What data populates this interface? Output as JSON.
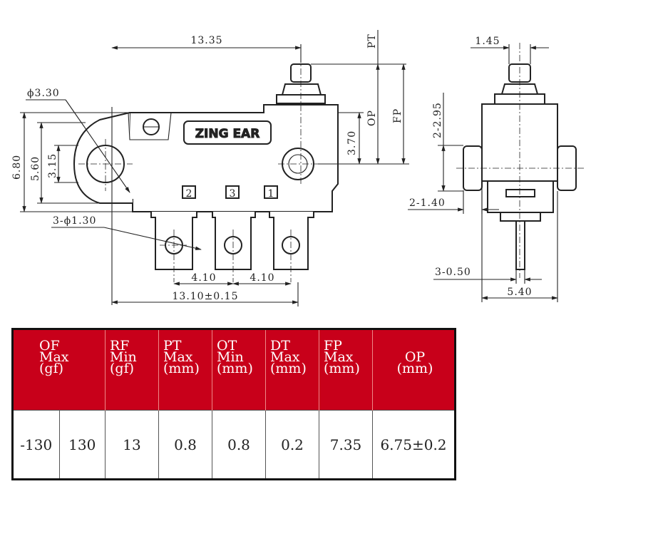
{
  "logo_text": "ZING EAR",
  "front_view": {
    "dims": {
      "overall_width": "13.35",
      "hole_dia": "ϕ3.30",
      "height_total": "6.80",
      "height_mid": "5.60",
      "height_small": "3.15",
      "body_to_mount": "3.70",
      "pin_hole_dia": "3-ϕ1.30",
      "pitch_left": "4.10",
      "pitch_right": "4.10",
      "base_width": "13.10±0.15",
      "pt": "PT",
      "op": "OP",
      "fp": "FP"
    },
    "pin_labels": [
      "2",
      "3",
      "1"
    ]
  },
  "side_view": {
    "dims": {
      "plunger_width": "1.45",
      "side_height": "2-2.95",
      "boss_width": "2-1.40",
      "pin_thickness": "3-0.50",
      "body_width": "5.40"
    }
  },
  "spec_table": {
    "headers": [
      {
        "lines": [
          "OF",
          "Max",
          "(gf)"
        ]
      },
      {
        "lines": [
          "RF",
          "Min",
          "(gf)"
        ]
      },
      {
        "lines": [
          "PT",
          "Max",
          "(mm)"
        ]
      },
      {
        "lines": [
          "OT",
          "Min",
          "(mm)"
        ]
      },
      {
        "lines": [
          "DT",
          "Max",
          "(mm)"
        ]
      },
      {
        "lines": [
          "FP",
          "Max",
          "(mm)"
        ]
      },
      {
        "lines": [
          "OP",
          "(mm)"
        ]
      }
    ],
    "values": [
      "-130",
      "130",
      "13",
      "0.8",
      "0.8",
      "0.2",
      "7.35",
      "6.75±0.2"
    ]
  },
  "colors": {
    "header_bg": "#c8001a",
    "header_text": "#ffffff",
    "line": "#222222"
  }
}
